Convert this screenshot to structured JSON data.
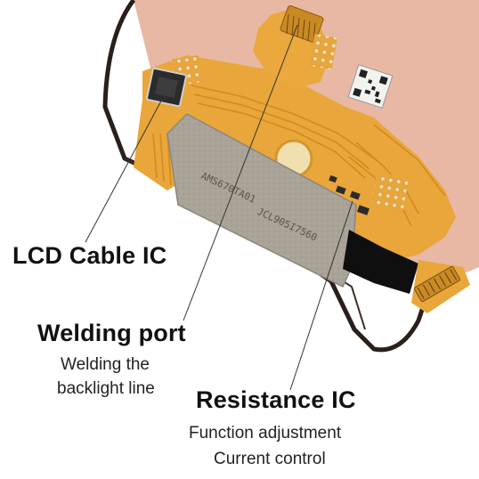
{
  "labels": {
    "lcd_cable_ic": "LCD Cable IC",
    "welding_port": "Welding port",
    "welding_desc_1": "Welding the",
    "welding_desc_2": "backlight line",
    "resistance_ic": "Resistance IC",
    "resistance_desc_1": "Function adjustment",
    "resistance_desc_2": "Current control"
  },
  "board_markings": {
    "chip_code_1": "AMS670TA01",
    "chip_code_2": "JCL905I7560"
  },
  "colors": {
    "flex_cable": "#e9a63a",
    "flex_trace": "#d48a1e",
    "panel_frame": "#2a1f1a",
    "screen_back": "#e8b8a4",
    "shield_plate": "#a6a096",
    "ic_chip": "#2b2b2b",
    "label_text": "#111111"
  }
}
